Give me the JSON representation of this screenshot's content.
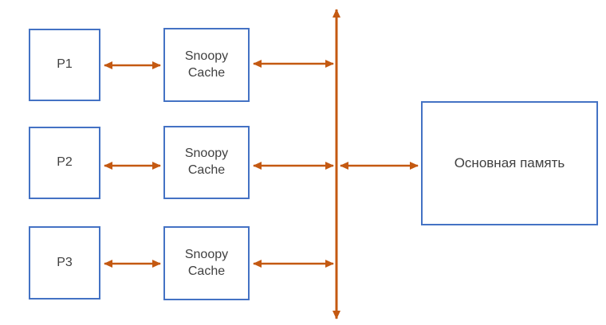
{
  "diagram": {
    "rows": [
      {
        "processor": "P1",
        "cache": "Snoopy Cache"
      },
      {
        "processor": "P2",
        "cache": "Snoopy Cache"
      },
      {
        "processor": "P3",
        "cache": "Snoopy Cache"
      }
    ],
    "memory": "Основная память"
  },
  "colors": {
    "box_border": "#4472C4",
    "arrow": "#C45911",
    "text": "#404040",
    "background": "#FFFFFF"
  }
}
